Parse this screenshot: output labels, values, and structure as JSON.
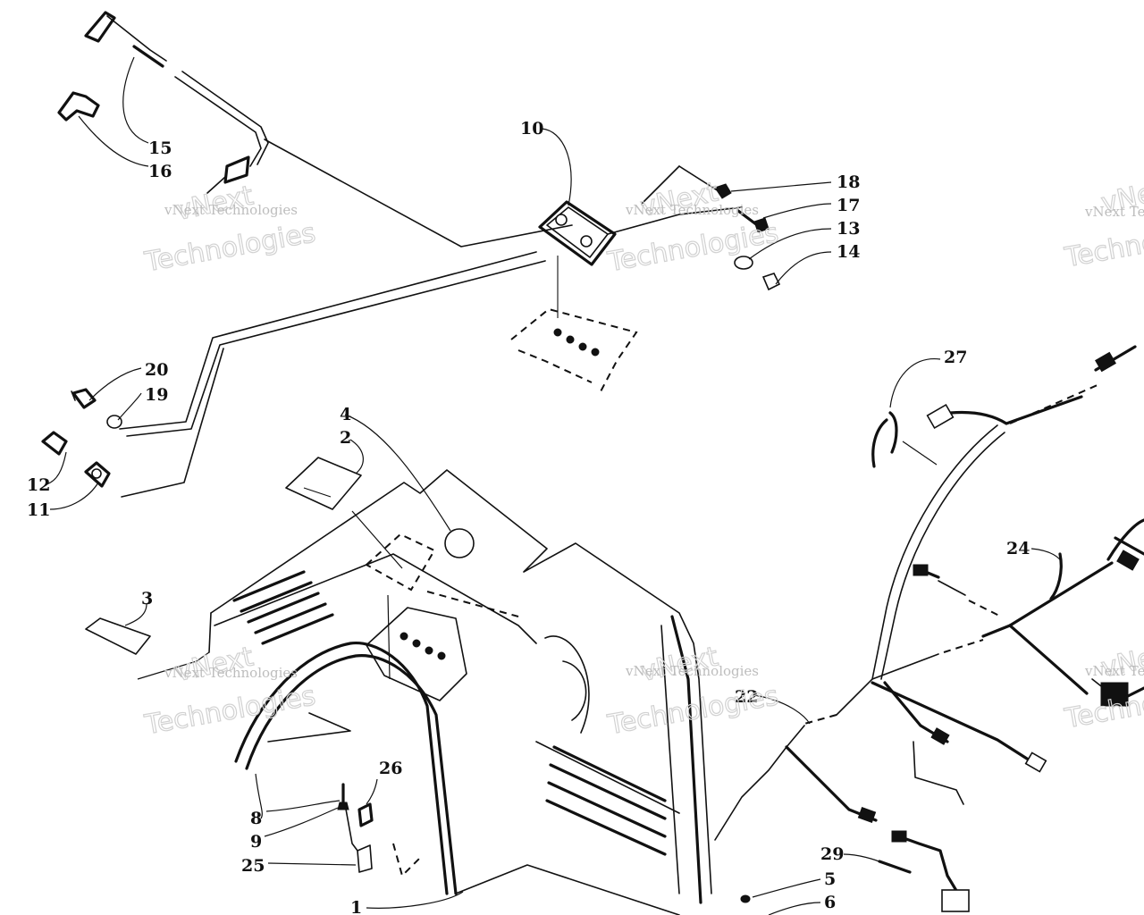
{
  "callouts": {
    "c1": "1",
    "c2": "2",
    "c3": "3",
    "c4": "4",
    "c5": "5",
    "c6": "6",
    "c8": "8",
    "c9": "9",
    "c10": "10",
    "c11": "11",
    "c12": "12",
    "c13": "13",
    "c14": "14",
    "c15": "15",
    "c16": "16",
    "c17": "17",
    "c18": "18",
    "c19": "19",
    "c20": "20",
    "c22": "22",
    "c24": "24",
    "c25": "25",
    "c26": "26",
    "c27": "27",
    "c29": "29"
  },
  "watermark": {
    "small": "vNext Technologies",
    "big": "Technologies",
    "overlay": "vNext"
  }
}
